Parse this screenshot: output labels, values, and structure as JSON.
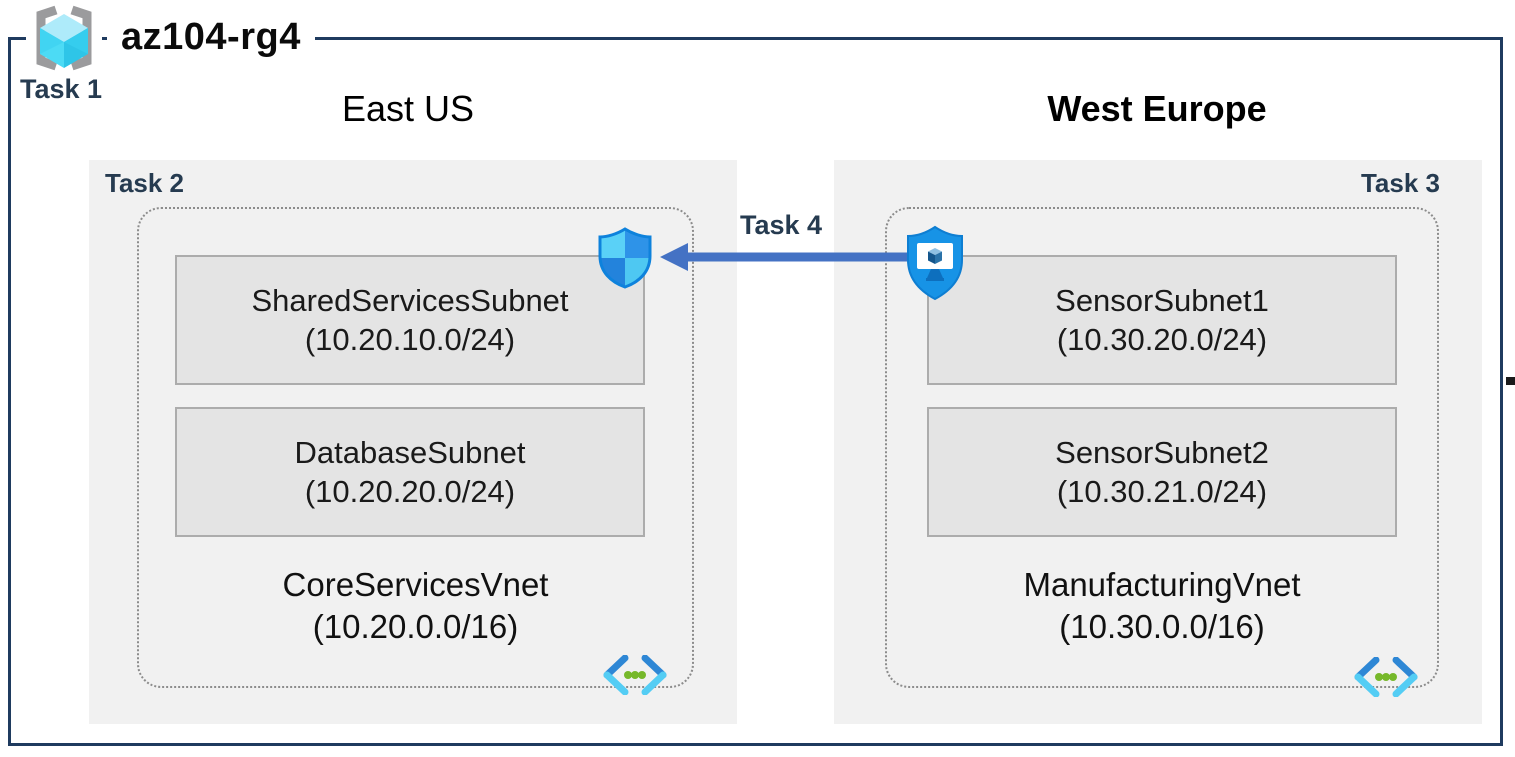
{
  "resource_group": {
    "name": "az104-rg4",
    "task": "Task 1"
  },
  "peering": {
    "task": "Task 4"
  },
  "regions": [
    {
      "name": "East US",
      "task": "Task 2",
      "vnet": {
        "name": "CoreServicesVnet",
        "cidr": "(10.20.0.0/16)",
        "subnets": [
          {
            "name": "SharedServicesSubnet",
            "cidr": "(10.20.10.0/24)"
          },
          {
            "name": "DatabaseSubnet",
            "cidr": "(10.20.20.0/24)"
          }
        ]
      }
    },
    {
      "name": "West Europe",
      "task": "Task 3",
      "vnet": {
        "name": "ManufacturingVnet",
        "cidr": "(10.30.0.0/16)",
        "subnets": [
          {
            "name": "SensorSubnet1",
            "cidr": "(10.30.20.0/24)"
          },
          {
            "name": "SensorSubnet2",
            "cidr": "(10.30.21.0/24)"
          }
        ]
      }
    }
  ],
  "icons": {
    "resource_group": "resource-group-icon",
    "vnet": "virtual-network-icon",
    "nsg": "network-security-group-shield-icon",
    "bastion": "bastion-shield-monitor-icon"
  },
  "colors": {
    "border_navy": "#1f3b5f",
    "task_label": "#263b50",
    "region_bg": "#f1f1f1",
    "subnet_bg": "#e4e4e4",
    "subnet_border": "#acacac",
    "vnet_dotted_border": "#8c8c8c",
    "arrow_blue": "#4472c4",
    "cyan_light": "#50e6ff",
    "azure_blue": "#1793e6",
    "green_dot": "#76b82a"
  }
}
